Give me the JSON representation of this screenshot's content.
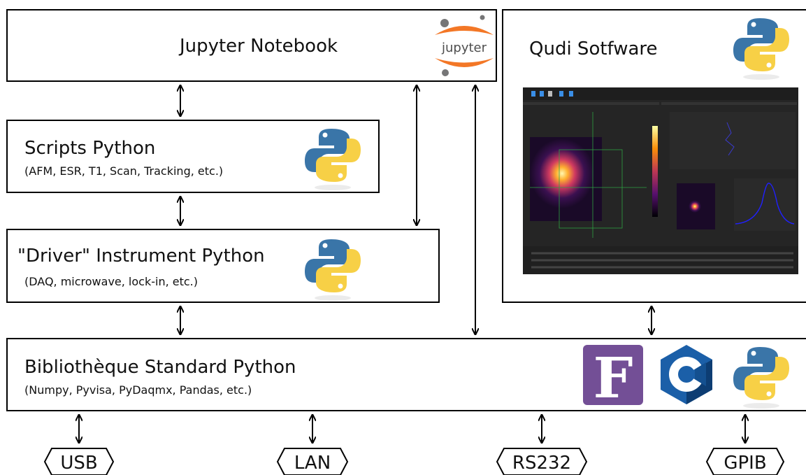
{
  "jupyter": {
    "title": "Jupyter Notebook",
    "logo_text": "jupyter"
  },
  "qudi": {
    "title": "Qudi Sotfware"
  },
  "scripts": {
    "title": "Scripts Python",
    "subtitle": "(AFM, ESR, T1, Scan, Tracking, etc.)"
  },
  "driver": {
    "title": "\"Driver\" Instrument Python",
    "subtitle": "(DAQ, microwave, lock-in, etc.)"
  },
  "stdlib": {
    "title": "Bibliothèque Standard Python",
    "subtitle": "(Numpy, Pyvisa, PyDaqmx, Pandas, etc.)"
  },
  "logos": {
    "fortran_letter": "F"
  },
  "ports": [
    {
      "label": "USB"
    },
    {
      "label": "LAN"
    },
    {
      "label": "RS232"
    },
    {
      "label": "GPIB"
    }
  ],
  "colors": {
    "python_blue": "#3a75a8",
    "python_yellow": "#f7d046",
    "jupyter_orange": "#f37726",
    "fortran_purple": "#734f96",
    "c_blue": "#1b5fa8",
    "c_dark": "#0d3d73",
    "qudi_bg": "#252525"
  }
}
